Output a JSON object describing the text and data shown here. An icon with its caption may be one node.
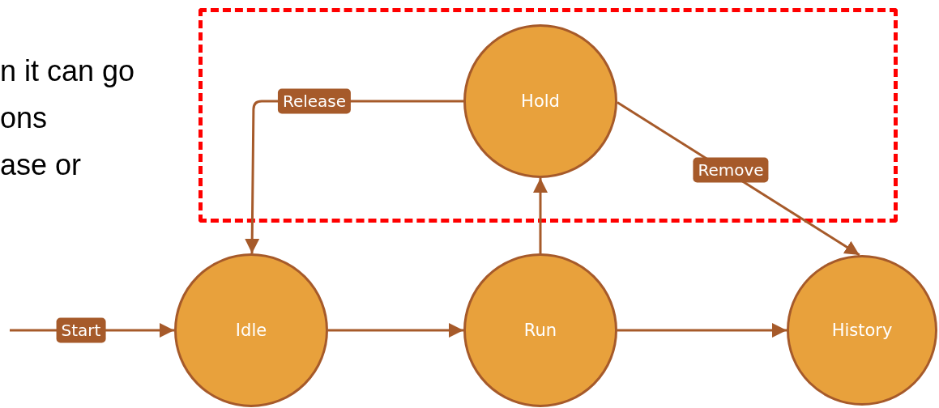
{
  "diagram": {
    "nodes": [
      {
        "text": [],
        "shape": "box"
      },
      {
        "text": [
          "Hold"
        ],
        "in": 0
      },
      {
        "text": [
          "Idle"
        ]
      },
      {
        "text": [
          "Run"
        ]
      },
      {
        "text": [
          "History"
        ]
      }
    ],
    "edges": [
      {
        "from": null,
        "to": 2,
        "arrow": "to",
        "label": "Start"
      },
      {
        "from": 2,
        "to": 3,
        "arrow": "to"
      },
      {
        "from": 3,
        "to": 4,
        "arrow": "to"
      },
      {
        "from": 3,
        "to": 1,
        "arrow": "to"
      },
      {
        "from": 1,
        "to": 2,
        "arrow": "to",
        "label": "Release"
      },
      {
        "from": 1,
        "to": 4,
        "arrow": "to",
        "label": "Remove"
      }
    ],
    "labels": [
      "n it can go",
      "ons",
      "ase or"
    ]
  }
}
